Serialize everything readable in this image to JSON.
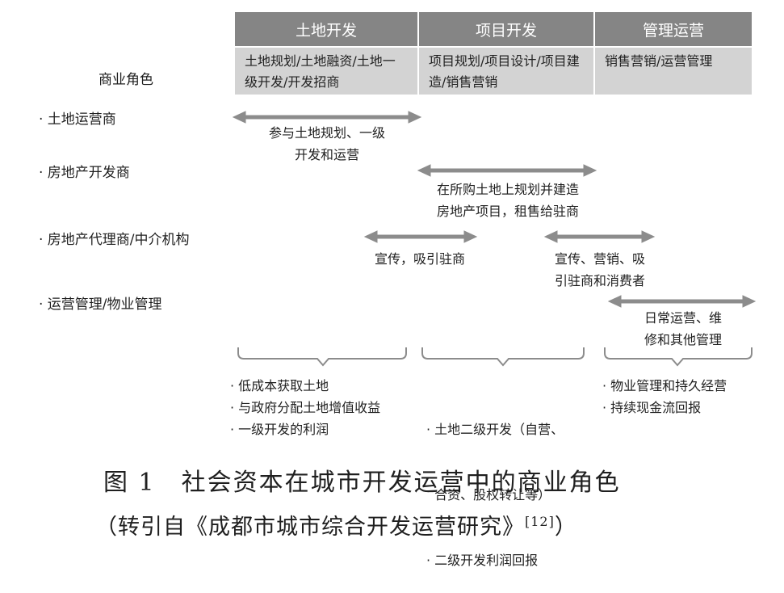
{
  "header": {
    "columns": [
      {
        "title": "土地开发",
        "detail": "土地规划/土地融资/土地一级开发/开发招商"
      },
      {
        "title": "项目开发",
        "detail": "项目规划/项目设计/项目建造/销售营销"
      },
      {
        "title": "管理运营",
        "detail": "销售营销/运营管理"
      }
    ]
  },
  "roles_title": "商业角色",
  "roles": [
    "· 土地运营商",
    "· 房地产开发商",
    "· 房地产代理商/中介机构",
    "· 运营管理/物业管理"
  ],
  "arrow_notes": {
    "land_operator": "参与土地规划、一级|开发和运营",
    "developer": "在所购土地上规划并建造|房地产项目，租售给驻商",
    "agent_left": "宣传，吸引驻商",
    "agent_right": "宣传、营销、吸|引驻商和消费者",
    "operator": "日常运营、维|修和其他管理"
  },
  "returns": {
    "land": [
      "· 低成本获取土地",
      "· 与政府分配土地增值收益",
      "· 一级开发的利润"
    ],
    "project": [
      "· 土地二级开发（自营、",
      "  合资、股权转让等）",
      "· 二级开发利润回报"
    ],
    "operation": [
      "· 物业管理和持久经营",
      "· 持续现金流回报"
    ]
  },
  "caption": {
    "line1": "图 1　社会资本在城市开发运营中的商业角色",
    "line2_prefix": "（转引自《成都市城市综合开发运营研究》",
    "ref": "[12]",
    "line2_suffix": "）"
  },
  "colors": {
    "header_bg": "#858585",
    "subheader_bg": "#d3d3d3",
    "arrow": "#8c8c8c",
    "bracket": "#8c8c8c"
  }
}
